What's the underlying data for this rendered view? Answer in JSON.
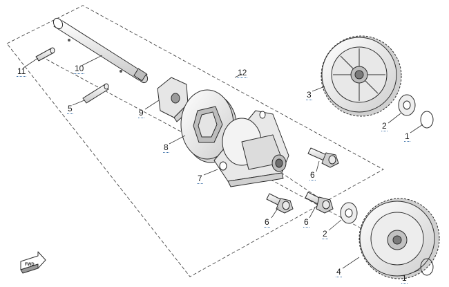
{
  "callouts": [
    {
      "key": "c11",
      "label": "11"
    },
    {
      "key": "c10",
      "label": "10"
    },
    {
      "key": "c12",
      "label": "12"
    },
    {
      "key": "c5",
      "label": "5"
    },
    {
      "key": "c9",
      "label": "9"
    },
    {
      "key": "c8",
      "label": "8"
    },
    {
      "key": "c7",
      "label": "7"
    },
    {
      "key": "c6a",
      "label": "6"
    },
    {
      "key": "c6b",
      "label": "6"
    },
    {
      "key": "c6c",
      "label": "6"
    },
    {
      "key": "c3",
      "label": "3"
    },
    {
      "key": "c2a",
      "label": "2"
    },
    {
      "key": "c1a",
      "label": "1"
    },
    {
      "key": "c2b",
      "label": "2"
    },
    {
      "key": "c4",
      "label": "4"
    },
    {
      "key": "c1b",
      "label": "1"
    }
  ],
  "fwd_label": "FWD",
  "colors": {
    "line": "#2b2b2b",
    "fill_light": "#f2f2f2",
    "fill_mid": "#d9d9d9",
    "fill_dark": "#a9a9a9",
    "link_underline": "#3a6fa8"
  }
}
